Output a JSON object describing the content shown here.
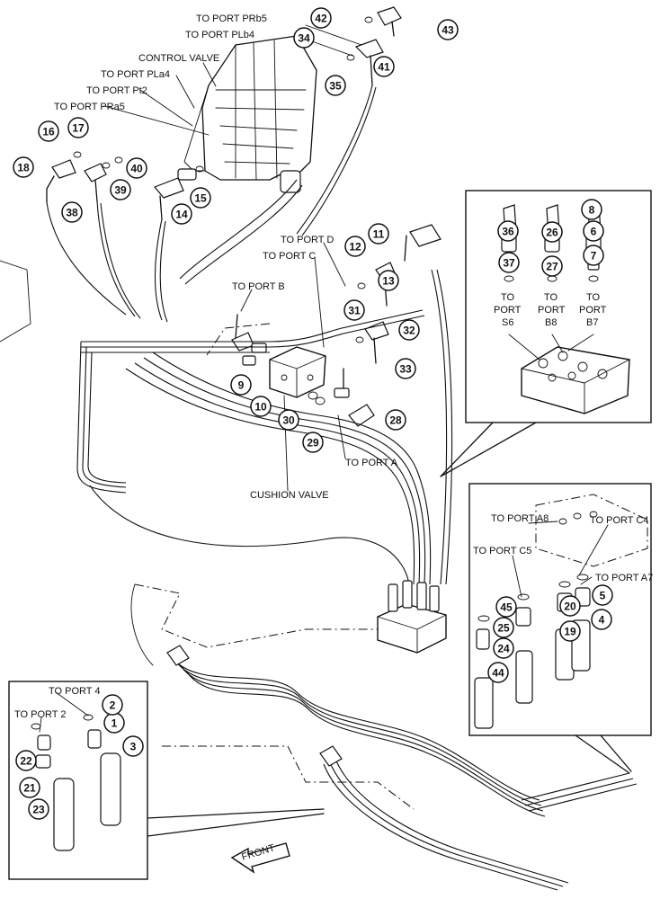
{
  "labels": {
    "to_port_prb5": "TO PORT PRb5",
    "to_port_plb4": "TO PORT PLb4",
    "control_valve": "CONTROL VALVE",
    "to_port_pla4": "TO PORT PLa4",
    "to_port_pt2": "TO PORT Pt2",
    "to_port_pra5": "TO PORT PRa5",
    "to_port_d": "TO PORT D",
    "to_port_c": "TO PORT C",
    "to_port_b": "TO PORT B",
    "to_port_a": "TO PORT A",
    "cushion_valve": "CUSHION VALVE",
    "to": "TO",
    "port": "PORT",
    "s6": "S6",
    "b8": "B8",
    "b7": "B7",
    "to_port_a8": "TO PORT A8",
    "to_port_c4": "TO PORT C4",
    "to_port_c5": "TO PORT C5",
    "to_port_a7": "TO PORT A7",
    "to_port_4": "TO PORT 4",
    "to_port_2": "TO PORT 2",
    "front": "FRONT"
  },
  "callouts": [
    "1",
    "2",
    "3",
    "4",
    "5",
    "6",
    "7",
    "8",
    "9",
    "10",
    "11",
    "12",
    "13",
    "14",
    "15",
    "16",
    "17",
    "18",
    "19",
    "20",
    "21",
    "22",
    "23",
    "24",
    "25",
    "26",
    "27",
    "28",
    "29",
    "30",
    "31",
    "32",
    "33",
    "34",
    "35",
    "36",
    "37",
    "38",
    "39",
    "40",
    "41",
    "42",
    "43",
    "44",
    "45"
  ]
}
